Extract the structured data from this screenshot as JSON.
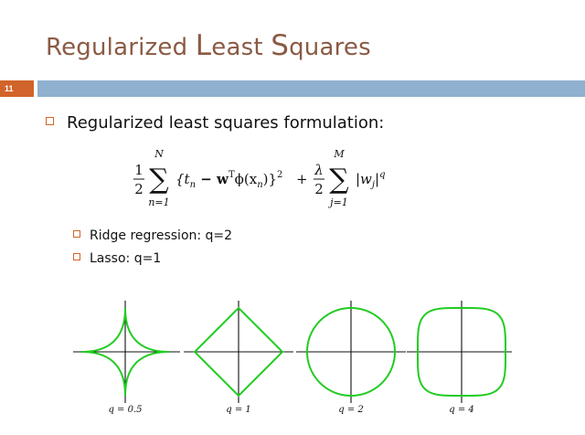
{
  "slide": {
    "title_parts": [
      {
        "text": "Regularized ",
        "big": false
      },
      {
        "text": "L",
        "big": true
      },
      {
        "text": "east ",
        "big": false
      },
      {
        "text": "S",
        "big": true
      },
      {
        "text": "quares",
        "big": false
      }
    ],
    "page_number": "11",
    "bullet_main": "Regularized least squares formulation:",
    "sub_bullets": [
      "Ridge regression: q=2",
      "Lasso: q=1"
    ],
    "formula": {
      "half_num": "1",
      "half_den": "2",
      "sum1_upper": "N",
      "sum1_lower": "n=1",
      "term1": "{t",
      "term1_sub": "n",
      "term2": " − w",
      "term2_sup": "T",
      "term3": "ϕ(x",
      "term3_sub": "n",
      "term4": ")}",
      "term4_sup": "2",
      "plus": "+",
      "lambda_num": "λ",
      "lambda_den": "2",
      "sum2_upper": "M",
      "sum2_lower": "j=1",
      "term5": "|w",
      "term5_sub": "j",
      "term6": "|",
      "term6_sup": "q"
    },
    "plots": [
      {
        "label": "q = 0.5",
        "q": 0.5
      },
      {
        "label": "q = 1",
        "q": 1
      },
      {
        "label": "q = 2",
        "q": 2
      },
      {
        "label": "q = 4",
        "q": 4
      }
    ],
    "colors": {
      "title": "#8a5a44",
      "accent": "#d1642a",
      "band": "#8fb0cf",
      "curve": "#22cc22"
    }
  }
}
